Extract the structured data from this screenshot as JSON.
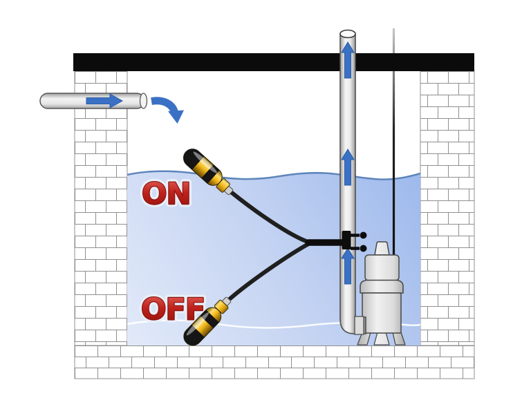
{
  "labels": {
    "on": "ON",
    "off": "OFF"
  },
  "colors": {
    "arrow_blue": "#3b71c4",
    "arrow_blue_edge": "#2a5ca5",
    "lid_black": "#0b0b0b",
    "brick_line": "#8f8f8f",
    "wave_line": "#5e85bb",
    "off_level_line": "#ffffff",
    "water_deep": "#9db9ec",
    "water_light": "#e2eaf9",
    "label_red": "#c0221c",
    "label_outline": "#8c120e",
    "label_glow": "#e8eef8",
    "float_gold": "#f0b517",
    "float_black": "#151515",
    "cable_dark": "#1f1f1f",
    "pipe_fill": "#d9d9d9",
    "pipe_edge": "#4f4f4f",
    "pump_gray": "#e3e3e3"
  },
  "components": [
    "basin-lid",
    "left-wall",
    "right-wall",
    "floor-slab",
    "water",
    "water-surface-on-level",
    "water-surface-off-level",
    "label-on",
    "label-off",
    "float-switch-on",
    "float-switch-off",
    "float-cable-on",
    "float-cable-off",
    "cable-clamp",
    "inlet-pipe",
    "inlet-flow-arrow",
    "inflow-curve-arrow",
    "discharge-pipe",
    "discharge-flow-arrow-top",
    "discharge-flow-arrow-middle",
    "discharge-flow-arrow-bottom",
    "power-cable",
    "sump-pump"
  ]
}
